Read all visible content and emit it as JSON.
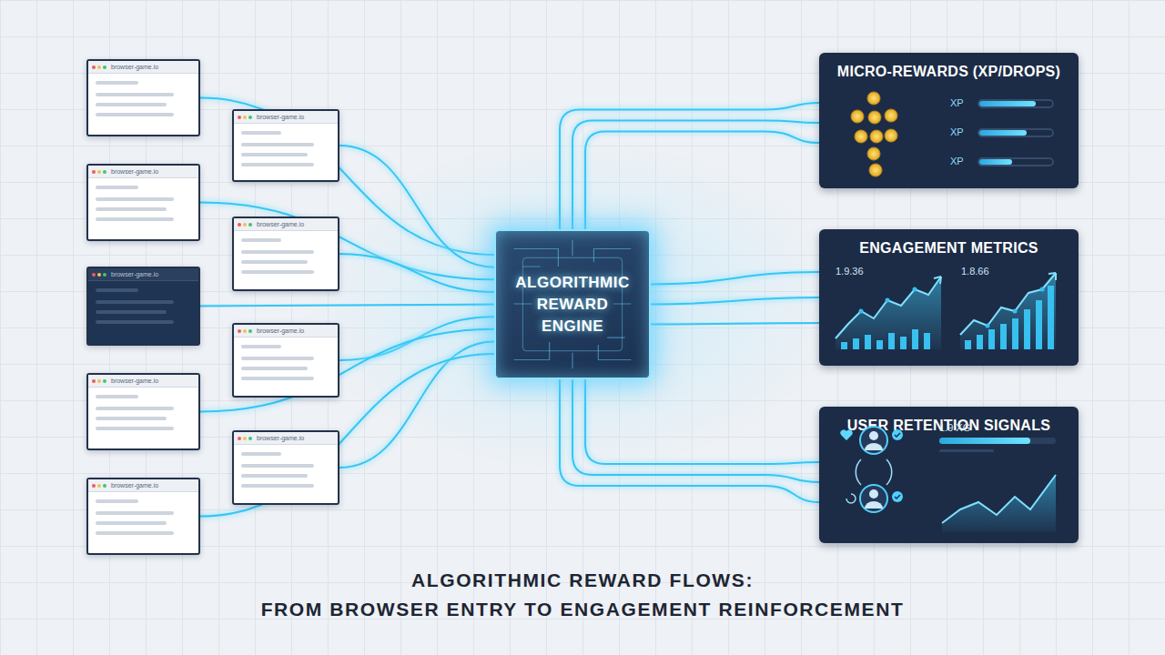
{
  "diagram": {
    "title": "ALGORITHMIC REWARD FLOWS:",
    "caption": "FROM BROWSER ENTRY TO ENGAGEMENT REINFORCEMENT",
    "nodes": [
      {
        "text": [
          "browser-game.io"
        ]
      },
      {
        "text": [
          "browser-game.io"
        ]
      },
      {
        "text": [
          "browser-game.io"
        ]
      },
      {
        "text": [
          "browser-game.io"
        ]
      },
      {
        "text": [
          "browser-game.io"
        ]
      },
      {
        "text": [
          "browser-game.io"
        ]
      },
      {
        "text": [
          "browser-game.io"
        ]
      },
      {
        "text": [
          "browser-game.io"
        ]
      },
      {
        "text": [
          "browser-game.io"
        ]
      },
      {
        "text": [
          "ALGORITHMIC REWARD ENGINE"
        ]
      },
      {
        "text": [
          "MICRO-REWARDS (XP/DROPS)"
        ]
      },
      {
        "text": [
          "ENGAGEMENT METRICS"
        ]
      },
      {
        "text": [
          "USER RETENTION SIGNALS"
        ]
      }
    ],
    "edges": [
      {
        "from": 0,
        "to": 9,
        "arrow": "none"
      },
      {
        "from": 1,
        "to": 9,
        "arrow": "none"
      },
      {
        "from": 2,
        "to": 9,
        "arrow": "none"
      },
      {
        "from": 3,
        "to": 9,
        "arrow": "none"
      },
      {
        "from": 4,
        "to": 9,
        "arrow": "none"
      },
      {
        "from": 5,
        "to": 9,
        "arrow": "none"
      },
      {
        "from": 6,
        "to": 9,
        "arrow": "none"
      },
      {
        "from": 7,
        "to": 9,
        "arrow": "none"
      },
      {
        "from": 8,
        "to": 9,
        "arrow": "none"
      },
      {
        "from": 9,
        "to": 10,
        "arrow": "none"
      },
      {
        "from": 9,
        "to": 11,
        "arrow": "none"
      },
      {
        "from": 9,
        "to": 12,
        "arrow": "none"
      }
    ],
    "labels": [
      "XP",
      "XP",
      "XP",
      "1.9.36",
      "1.8.66",
      "1.9 XG"
    ]
  }
}
